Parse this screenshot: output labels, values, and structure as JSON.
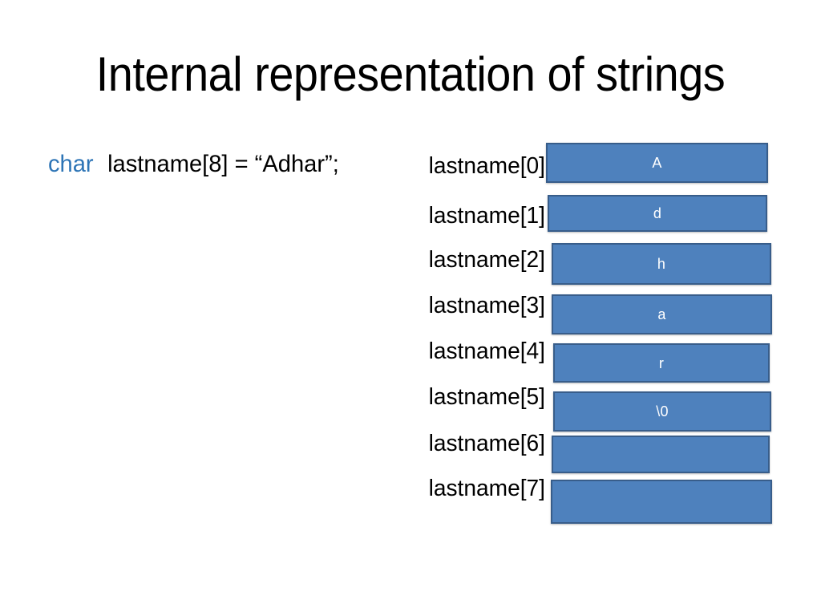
{
  "slide": {
    "title": "Internal representation of strings",
    "background_color": "#ffffff"
  },
  "declaration": {
    "keyword": "char",
    "keyword_color": "#2E75B6",
    "statement": "lastname[8] = “Adhar”;",
    "full_text": "char lastname[8] = “Adhar”;"
  },
  "array": {
    "name": "lastname",
    "declared_size": 8,
    "string_literal": "Adhar",
    "box_fill_color": "#4E81BD",
    "box_border_color": "#385D8A",
    "value_text_color": "#FFFFFF",
    "cells": [
      {
        "label": "lastname[0]",
        "value": "A",
        "index": 0
      },
      {
        "label": "lastname[1]",
        "value": "d",
        "index": 1
      },
      {
        "label": "lastname[2]",
        "value": "h",
        "index": 2
      },
      {
        "label": "lastname[3]",
        "value": "a",
        "index": 3
      },
      {
        "label": "lastname[4]",
        "value": "r",
        "index": 4
      },
      {
        "label": "lastname[5]",
        "value": "\\0",
        "index": 5
      },
      {
        "label": "lastname[6]",
        "value": "",
        "index": 6
      },
      {
        "label": "lastname[7]",
        "value": "",
        "index": 7
      }
    ]
  }
}
